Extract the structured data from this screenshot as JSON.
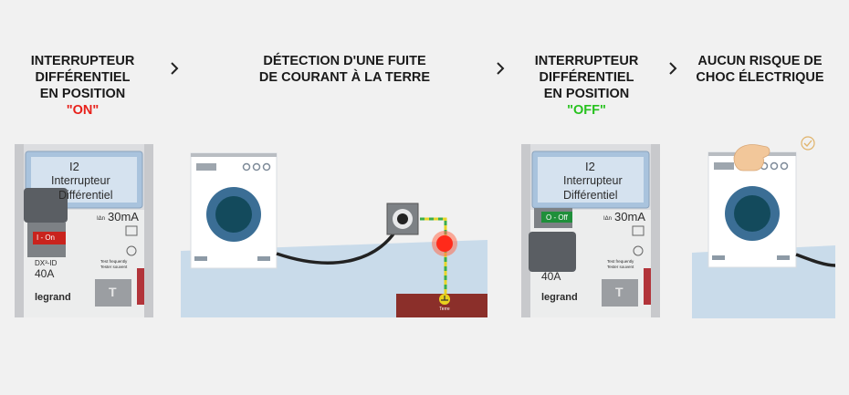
{
  "steps": [
    {
      "title_lines": [
        "INTERRUPTEUR",
        "DIFFÉRENTIEL",
        "EN POSITION"
      ],
      "state_label": "\"ON\"",
      "state_color": "#e8201a"
    },
    {
      "title_lines": [
        "DÉTECTION D'UNE FUITE",
        "DE COURANT À LA TERRE"
      ]
    },
    {
      "title_lines": [
        "INTERRUPTEUR",
        "DIFFÉRENTIEL",
        "EN POSITION"
      ],
      "state_label": "\"OFF\"",
      "state_color": "#27c21e"
    },
    {
      "title_lines": [
        "AUCUN RISQUE DE",
        "CHOC ÉLECTRIQUE"
      ]
    }
  ],
  "breaker_on": {
    "window_line1": "I2",
    "window_line2": "Interrupteur",
    "window_line3": "Différentiel",
    "switch_label": "I - On",
    "rating_ma": "30mA",
    "rating_prefix": "IΔn",
    "model": "DX³-ID",
    "amps": "40A",
    "test_line1": "Test frequently",
    "test_line2": "Tester souvent",
    "brand": "legrand",
    "test_button": "T"
  },
  "breaker_off": {
    "window_line1": "I2",
    "window_line2": "Interrupteur",
    "window_line3": "Différentiel",
    "switch_label": "O - Off",
    "rating_ma": "30mA",
    "rating_prefix": "IΔn",
    "amps": "40A",
    "test_line1": "Test frequently",
    "test_line2": "Tester souvent",
    "brand": "legrand",
    "test_button": "T"
  },
  "ground_label": "Terre",
  "colors": {
    "leak_red": "#ff2a1a",
    "ground_brown": "#8b2f2a",
    "water_blue": "#c9dbea",
    "drum_blue": "#3b6e95",
    "ground_wire_yellow": "#e6d52a",
    "ground_wire_green": "#3cae4a"
  },
  "icons": {
    "chevron": "chevron-right-icon",
    "check": "check-circle-icon",
    "hand": "hand-icon"
  }
}
